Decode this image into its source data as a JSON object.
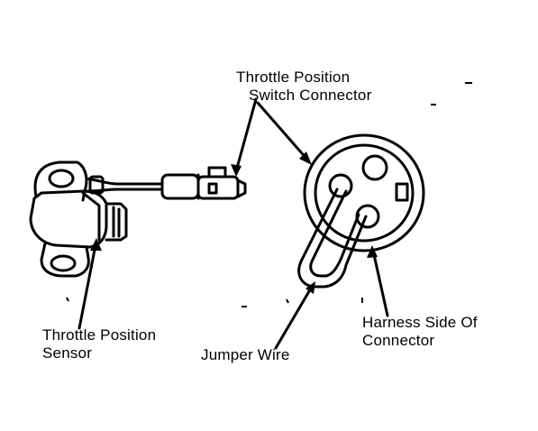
{
  "labels": {
    "tps_connector": {
      "line1": "Throttle Position",
      "line2": "Switch Connector"
    },
    "sensor": {
      "line1": "Throttle Position",
      "line2": "Sensor"
    },
    "jumper": {
      "line1": "Jumper Wire"
    },
    "harness": {
      "line1": "Harness Side Of",
      "line2": "Connector"
    }
  },
  "colors": {
    "ink": "#000000",
    "paper": "#ffffff"
  }
}
